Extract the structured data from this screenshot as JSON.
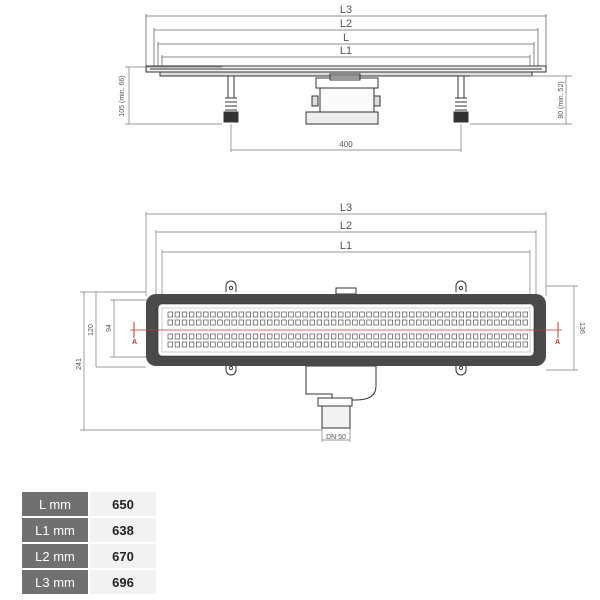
{
  "top_view": {
    "dims": {
      "L3": "L3",
      "L2": "L2",
      "L": "L",
      "L1": "L1",
      "height_left": "105 (min. 66)",
      "height_right": "80 (min. 52)",
      "leg_spacing": "400"
    }
  },
  "plan_view": {
    "dims": {
      "L3": "L3",
      "L2": "L2",
      "L1": "L1",
      "total_depth": "241",
      "width_120": "120",
      "width_94": "94",
      "width_136": "136",
      "outlet": "DN 50"
    },
    "section_marks": [
      "A",
      "A"
    ]
  },
  "spec_table": {
    "rows": [
      {
        "label": "L mm",
        "value": "650"
      },
      {
        "label": "L1 mm",
        "value": "638"
      },
      {
        "label": "L2 mm",
        "value": "670"
      },
      {
        "label": "L3 mm",
        "value": "696"
      }
    ]
  },
  "colors": {
    "line": "#555555",
    "dark_frame": "#4a4a4a",
    "accent_red": "#c0392b",
    "table_label_bg": "#707070",
    "table_value_bg": "#f2f2f2"
  }
}
